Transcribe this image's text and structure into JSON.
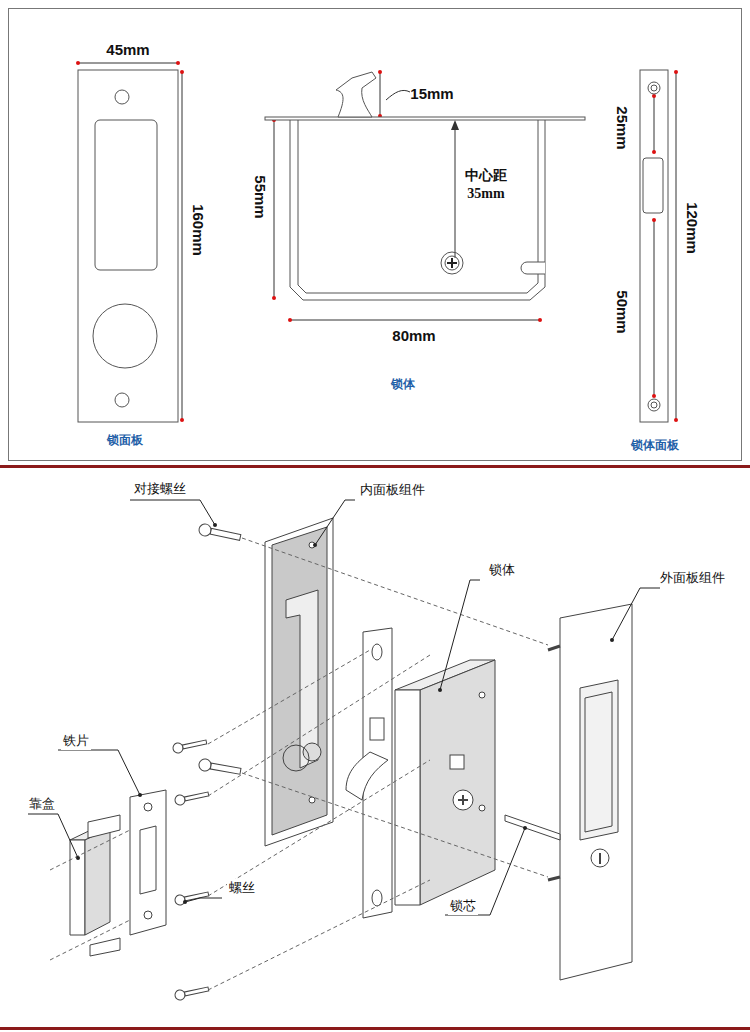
{
  "diagram": {
    "labels": [
      "45mm",
      "160mm",
      "锁面板",
      "15mm",
      "55mm",
      "中心距 35mm",
      "80mm",
      "锁体",
      "25mm",
      "120mm",
      "50mm",
      "锁体面板",
      "对接螺丝",
      "内面板组件",
      "锁体",
      "外面板组件",
      "铁片",
      "靠盒",
      "螺丝",
      "锁芯"
    ]
  }
}
